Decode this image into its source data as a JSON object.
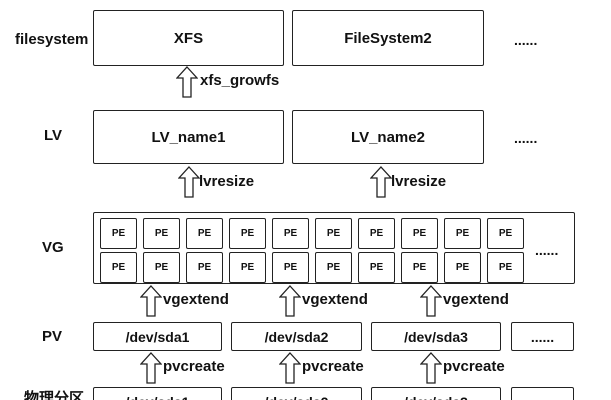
{
  "rows": {
    "filesystem": "filesystem",
    "lv": "LV",
    "vg": "VG",
    "pv": "PV",
    "partition": "物理分区"
  },
  "filesystem": {
    "boxes": [
      "XFS",
      "FileSystem2"
    ],
    "more": "......",
    "grow_label": "xfs_growfs"
  },
  "lv": {
    "boxes": [
      "LV_name1",
      "LV_name2"
    ],
    "more": "......",
    "resize_labels": [
      "lvresize",
      "lvresize"
    ]
  },
  "vg": {
    "pe_label": "PE",
    "more": "......",
    "extend_labels": [
      "vgextend",
      "vgextend",
      "vgextend"
    ]
  },
  "pv": {
    "boxes": [
      "/dev/sda1",
      "/dev/sda2",
      "/dev/sda3"
    ],
    "more": "......",
    "create_labels": [
      "pvcreate",
      "pvcreate",
      "pvcreate"
    ]
  },
  "partition": {
    "boxes": [
      "/dev/sda1",
      "/dev/sda2",
      "/dev/sda3"
    ],
    "more": "......"
  },
  "colors": {
    "stroke": "#222222",
    "text": "#111111",
    "background": "#ffffff"
  }
}
